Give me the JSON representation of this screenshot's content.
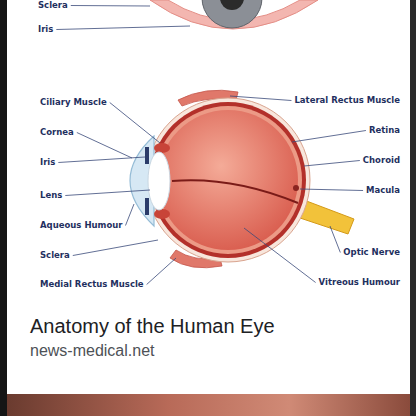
{
  "diagram": {
    "title": "Anatomy of the Human Eye",
    "caption": "news-medical.net",
    "labels": [
      "Sclera",
      "Iris",
      "Ciliary Muscle",
      "Cornea",
      "Iris",
      "Lens",
      "Aqueous Humour",
      "Sclera",
      "Medial Rectus Muscle",
      "Lateral Rectus Muscle",
      "Retina",
      "Choroid",
      "Macula",
      "Optic Nerve",
      "Vitreous Humour"
    ]
  }
}
